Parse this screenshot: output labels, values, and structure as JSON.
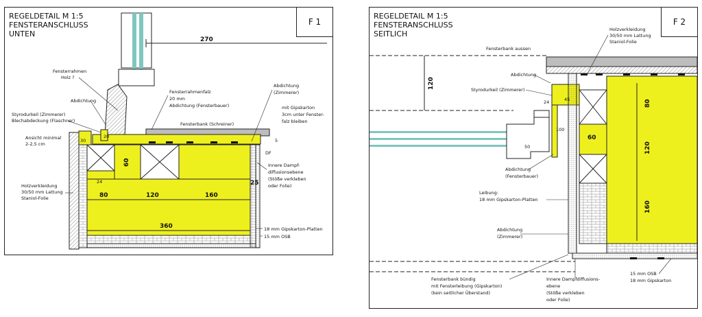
{
  "panel_left": {
    "title_lines": [
      "REGELDETAIL M 1:5",
      "FENSTERANSCHLUSS",
      "UNTEN"
    ],
    "code": "F 1",
    "dims": {
      "d270": "270",
      "d60": "60",
      "d80": "80",
      "d120": "120",
      "d160": "160",
      "d360": "360",
      "d25": "25",
      "d20": "20",
      "d30": "30",
      "d5": "5",
      "d24": "24"
    },
    "labels": {
      "fensterrahmen": [
        "Fensterrahmen",
        "Holz ?"
      ],
      "abdichtung_l": [
        "Abdichtung"
      ],
      "styrodur": [
        "Styrodurkeil (Zimmerer)",
        "Blechabdeckung (Flaschner)"
      ],
      "ansicht": [
        "Ansicht minimal",
        "2-2,5 cm"
      ],
      "holz": [
        "Holzverkleidung",
        "30/50 mm Lattung",
        "Staniol-Folie"
      ],
      "falz": [
        "Fensterrahmenfalz",
        "20 mm",
        "Abdichtung (Fensterbauer)"
      ],
      "fensterbank": [
        "Fensterbank (Schreiner)"
      ],
      "abdichtung_r": [
        "Abdichtung",
        "(Zimmerer)"
      ],
      "gips": [
        "mit Gipskarton",
        "3cm unter Fenster-",
        "falz bleiben"
      ],
      "df": [
        "DF"
      ],
      "dampf": [
        "Innere Dampf-",
        "diffusionsebene",
        "(Stöße verkleben",
        "oder Folie)"
      ],
      "gk": [
        "18 mm Gipskarton-Platten"
      ],
      "osb": [
        "15 mm OSB"
      ]
    }
  },
  "panel_right": {
    "title_lines": [
      "REGELDETAIL M 1:5",
      "FENSTERANSCHLUSS",
      "SEITLICH"
    ],
    "code": "F 2",
    "dims": {
      "d120": "120",
      "d60": "60",
      "d80": "80",
      "d120b": "120",
      "d160": "160",
      "d45": "45",
      "d24": "24",
      "d50": "50",
      "d100": "100"
    },
    "labels": {
      "fensterbank_aussen": [
        "Fensterbank aussen"
      ],
      "holz": [
        "Holzverkleidung",
        "30/50 mm Lattung",
        "Staniol-Folie"
      ],
      "abdichtung_top": [
        "Abdichtung"
      ],
      "styrodur": [
        "Styrodurkeil (Zimmerer)"
      ],
      "abdichtung_fb": [
        "Abdichtung",
        "(Fensterbauer)"
      ],
      "leibung": [
        "Leibung:",
        "18 mm  Gipskarton-Platten"
      ],
      "abdichtung_z": [
        "Abdichtung",
        "(Zimmerer)"
      ],
      "fensterbank_buendig": [
        "Fensterbank bündig",
        "mit Fensterleibung (Gipskarton)",
        "(kein seitlicher Überstand)"
      ],
      "dampf": [
        "Innere Dampfdiffusions-",
        "ebene",
        "(Stöße verkleben",
        "oder Folie)"
      ],
      "osb": [
        "15 mm OSB",
        "18 mm Gipskarton"
      ]
    }
  },
  "colors": {
    "insulation": "#eef01e",
    "hatch": "#888888",
    "line": "#222222",
    "board": "#bdbdbd",
    "glass": "#7fc6c0"
  }
}
